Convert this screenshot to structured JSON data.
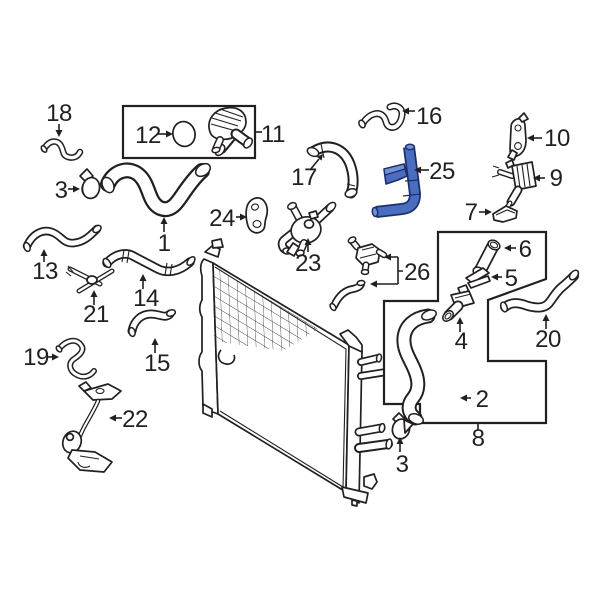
{
  "diagram": {
    "kind": "parts-diagram",
    "selected_part_callout": "25",
    "colors": {
      "background": "#ffffff",
      "line": "#231f20",
      "highlight_fill": "#4a6dc0",
      "highlight_light": "#7090d8",
      "highlight_outline": "#1c2f6b"
    },
    "callouts": {
      "c1": {
        "label": "1"
      },
      "c2": {
        "label": "2"
      },
      "c3_top": {
        "label": "3"
      },
      "c3_bottom": {
        "label": "3"
      },
      "c4": {
        "label": "4"
      },
      "c5": {
        "label": "5"
      },
      "c6": {
        "label": "6"
      },
      "c7": {
        "label": "7"
      },
      "c8": {
        "label": "8"
      },
      "c9": {
        "label": "9"
      },
      "c10": {
        "label": "10"
      },
      "c11": {
        "label": "11"
      },
      "c12": {
        "label": "12"
      },
      "c13": {
        "label": "13"
      },
      "c14": {
        "label": "14"
      },
      "c15": {
        "label": "15"
      },
      "c16": {
        "label": "16"
      },
      "c17": {
        "label": "17"
      },
      "c18": {
        "label": "18"
      },
      "c19": {
        "label": "19"
      },
      "c20": {
        "label": "20"
      },
      "c21": {
        "label": "21"
      },
      "c22": {
        "label": "22"
      },
      "c23": {
        "label": "23"
      },
      "c24": {
        "label": "24"
      },
      "c25": {
        "label": "25"
      },
      "c26": {
        "label": "26"
      }
    }
  }
}
